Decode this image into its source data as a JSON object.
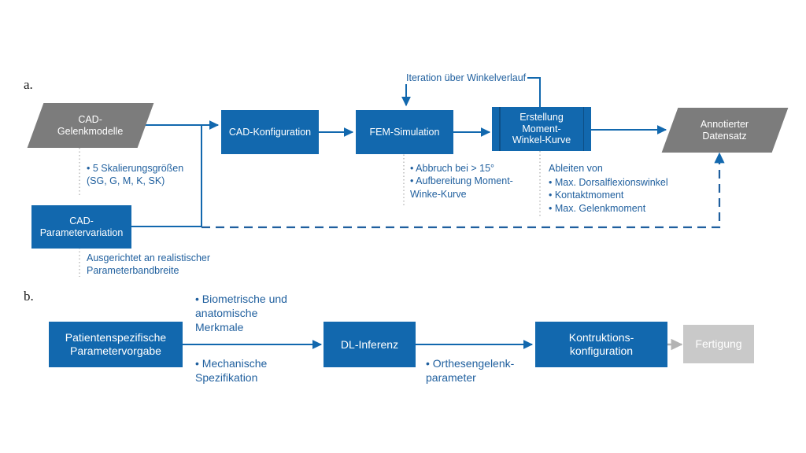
{
  "figure": {
    "sections": [
      {
        "key": "a",
        "letter": "a."
      },
      {
        "key": "b",
        "letter": "b."
      }
    ]
  },
  "panel_a": {
    "nodes": {
      "cad_models": {
        "label": "CAD-\nGelenkmodelle",
        "shape": "parallelogram",
        "color": "#7c7c7c"
      },
      "cad_config": {
        "label": "CAD-Konfiguration",
        "shape": "rect",
        "color": "#1268AE"
      },
      "fem_sim": {
        "label": "FEM-Simulation",
        "shape": "rect",
        "color": "#1268AE"
      },
      "moment_curve": {
        "label": "Erstellung\nMoment-\nWinkel-Kurve",
        "shape": "rect",
        "color": "#1268AE"
      },
      "dataset": {
        "label": "Annotierter\nDatensatz",
        "shape": "parallelogram",
        "color": "#7c7c7c"
      },
      "param_variation": {
        "label": "CAD-\nParametervariation",
        "shape": "rect",
        "color": "#1268AE"
      }
    },
    "annotations": {
      "iteration": "Iteration über Winkelverlauf",
      "scaling": "• 5 Skalierungsgrößen\n(SG, G, M, K, SK)",
      "fem_notes": "• Abbruch bei > 15°\n• Aufbereitung Moment-\n   Winke-Kurve",
      "derive_title": "Ableiten von",
      "derive_items": "• Max. Dorsalflexionswinkel\n• Kontaktmoment\n• Max. Gelenkmoment",
      "param_note": "Ausgerichtet an realistischer\nParameterbandbreite"
    }
  },
  "panel_b": {
    "nodes": {
      "patient_params": {
        "label": "Patientenspezifische\nParametervorgabe",
        "shape": "rect",
        "color": "#1268AE"
      },
      "dl_inference": {
        "label": "DL-Inferenz",
        "shape": "rect",
        "color": "#1268AE"
      },
      "construction_config": {
        "label": "Kontruktions-\nkonfiguration",
        "shape": "rect",
        "color": "#1268AE"
      },
      "manufacturing": {
        "label": "Fertigung",
        "shape": "rect",
        "color": "#c9c9c9"
      }
    },
    "annotations": {
      "features_top": "• Biometrische und\n   anatomische\n   Merkmale",
      "features_bottom": "• Mechanische\n   Spezifikation",
      "joint_params": "• Orthesengelenk-\n   parameter"
    }
  },
  "colors": {
    "blue": "#1268AE",
    "blue_text": "#1f5f9e",
    "gray_fill": "#7c7c7c",
    "gray_light": "#c9c9c9",
    "arrow_blue": "#1268AE",
    "arrow_gray": "#b3b3b3",
    "dotted_guide": "#c0c0c0",
    "white": "#ffffff"
  }
}
